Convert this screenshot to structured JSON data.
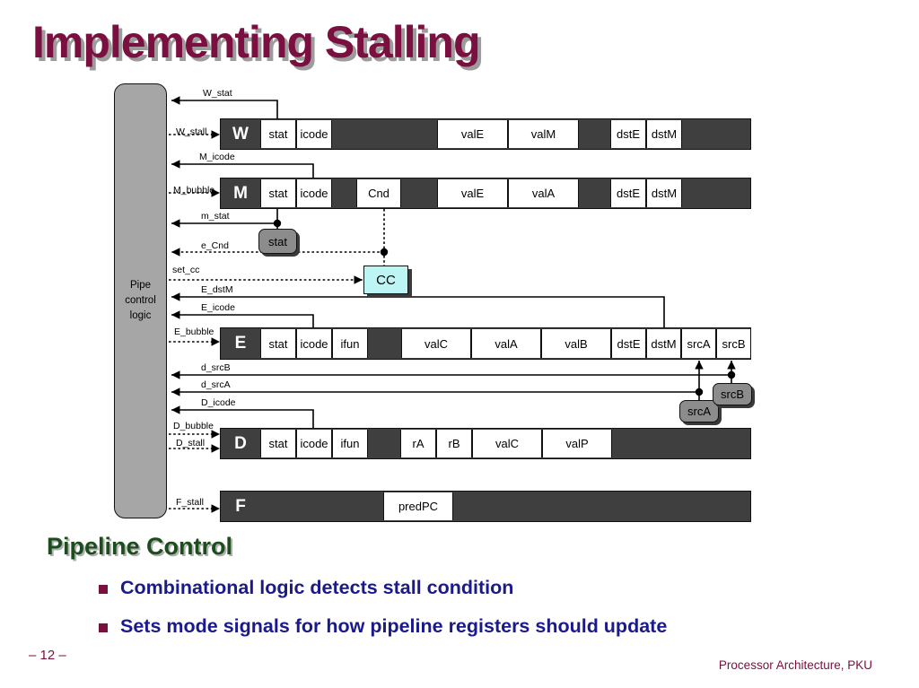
{
  "slide": {
    "title": "Implementing Stalling",
    "section_heading": "Pipeline Control",
    "bullets": [
      "Combinational logic detects stall condition",
      "Sets mode signals for how pipeline registers should update"
    ],
    "page_number": "– 12 –",
    "footer_right": "Processor Architecture, PKU",
    "colors": {
      "title": "#7b0f3f",
      "title_shadow": "#9c9c9c",
      "section_heading": "#1d4d1d",
      "bullet_text": "#1a1a8c",
      "bullet_marker": "#7b0f3f",
      "footer": "#7b0f3f",
      "register_bar": "#3f3f3f",
      "control_block": "#a6a6a6",
      "small_box": "#8c8c8c",
      "cc_box": "#bdf5f5"
    }
  },
  "diagram": {
    "control_block": {
      "label_lines": [
        "Pipe",
        "control",
        "logic"
      ],
      "label": "Pipe control logic"
    },
    "stages": [
      {
        "id": "W",
        "letter": "W",
        "fields": [
          "stat",
          "icode",
          "valE",
          "valM",
          "dstE",
          "dstM"
        ]
      },
      {
        "id": "M",
        "letter": "M",
        "fields": [
          "stat",
          "icode",
          "Cnd",
          "valE",
          "valA",
          "dstE",
          "dstM"
        ]
      },
      {
        "id": "E",
        "letter": "E",
        "fields": [
          "stat",
          "icode",
          "ifun",
          "valC",
          "valA",
          "valB",
          "dstE",
          "dstM",
          "srcA",
          "srcB"
        ]
      },
      {
        "id": "D",
        "letter": "D",
        "fields": [
          "stat",
          "icode",
          "ifun",
          "rA",
          "rB",
          "valC",
          "valP"
        ]
      },
      {
        "id": "F",
        "letter": "F",
        "fields": [
          "predPC"
        ]
      }
    ],
    "signals_in": [
      {
        "name": "W_stat",
        "style": "solid"
      },
      {
        "name": "M_icode",
        "style": "solid"
      },
      {
        "name": "m_stat",
        "style": "solid"
      },
      {
        "name": "e_Cnd",
        "style": "dotted"
      },
      {
        "name": "E_dstM",
        "style": "solid"
      },
      {
        "name": "E_icode",
        "style": "solid"
      },
      {
        "name": "d_srcB",
        "style": "solid"
      },
      {
        "name": "d_srcA",
        "style": "solid"
      },
      {
        "name": "D_icode",
        "style": "solid"
      }
    ],
    "signals_out": [
      {
        "name": "W_stall",
        "style": "dotted"
      },
      {
        "name": "M_bubble",
        "style": "dotted"
      },
      {
        "name": "set_cc",
        "style": "dotted"
      },
      {
        "name": "E_bubble",
        "style": "dotted"
      },
      {
        "name": "D_bubble",
        "style": "dotted"
      },
      {
        "name": "D_stall",
        "style": "dotted"
      },
      {
        "name": "F_stall",
        "style": "dotted"
      }
    ],
    "aux_boxes": [
      {
        "id": "stat",
        "label": "stat",
        "kind": "gray"
      },
      {
        "id": "cc",
        "label": "CC",
        "kind": "cc"
      },
      {
        "id": "srcA",
        "label": "srcA",
        "kind": "gray"
      },
      {
        "id": "srcB",
        "label": "srcB",
        "kind": "gray"
      }
    ]
  }
}
